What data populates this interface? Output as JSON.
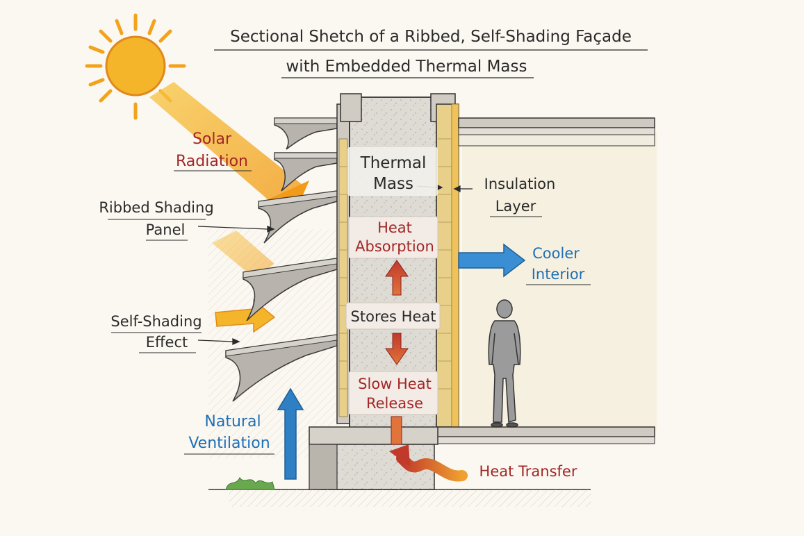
{
  "title": {
    "line1": "Sectional Shetch of a Ribbed, Self-Shading Façade",
    "line2": "with Embedded Thermal Mass"
  },
  "labels": {
    "solar_radiation": [
      "Solar",
      "Radiation"
    ],
    "ribbed_shading_panel": [
      "Ribbed Shading",
      "Panel"
    ],
    "self_shading_effect": [
      "Self-Shading",
      "Effect"
    ],
    "natural_ventilation": [
      "Natural",
      "Ventilation"
    ],
    "thermal_mass": [
      "Thermal",
      "Mass"
    ],
    "heat_absorption": [
      "Heat",
      "Absorption"
    ],
    "stores_heat": "Stores Heat",
    "slow_heat_release": [
      "Slow Heat",
      "Release"
    ],
    "insulation_layer": [
      "Insulation",
      "Layer"
    ],
    "cooler_interior": [
      "Cooler",
      "Interior"
    ],
    "heat_transfer": "Heat Transfer"
  },
  "colors": {
    "ink": "#2a2a2a",
    "heat_red": "#a32626",
    "cool_blue": "#1f6fb5",
    "sun_orange": "#f29a1a",
    "sun_yellow": "#f7c644",
    "concrete": "#d9d6cf",
    "insulation": "#e8cf8a",
    "background": "#fbf8f1"
  }
}
